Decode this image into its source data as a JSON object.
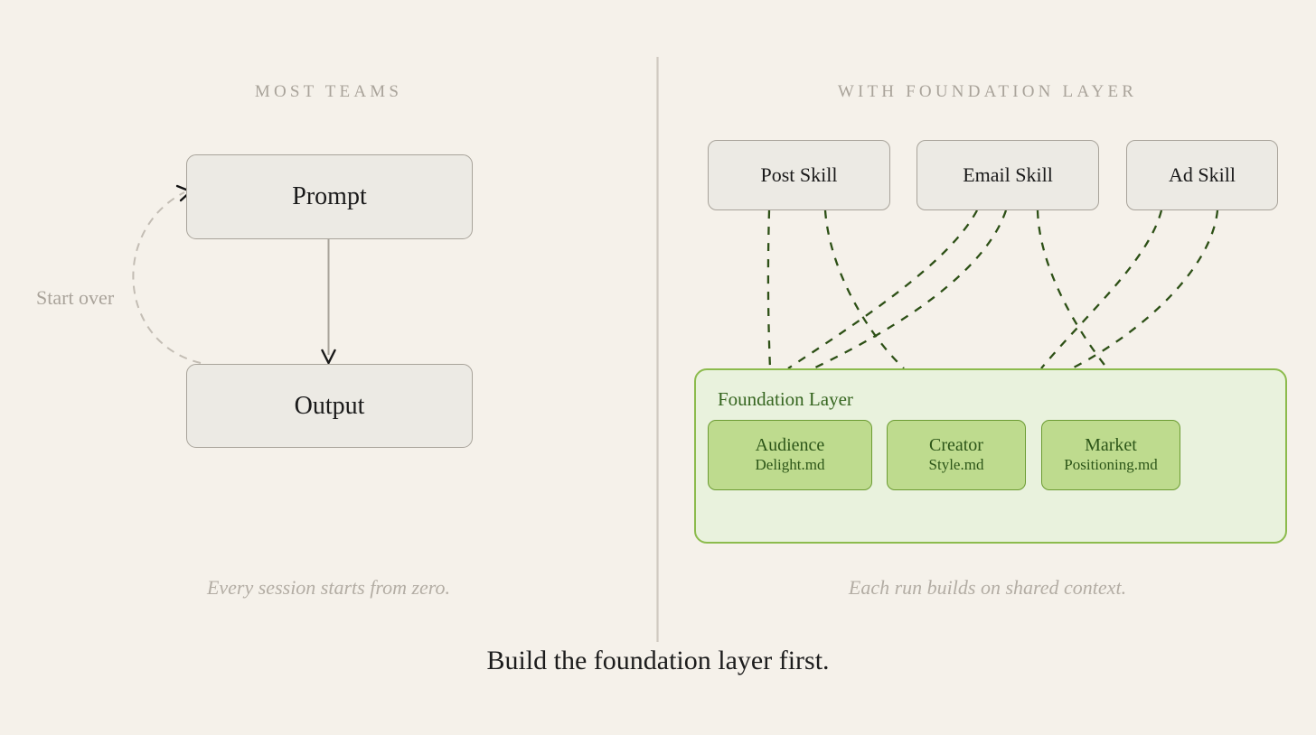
{
  "canvas": {
    "background": "#f5f1ea"
  },
  "colors": {
    "background": "#f5f1ea",
    "box_fill": "#eceae4",
    "box_border": "#a8a39a",
    "muted_text": "#a9a39a",
    "footnote_text": "#b3ada4",
    "body_text": "#1a1a1a",
    "foundation_fill": "#e9f2dd",
    "foundation_border": "#8cbb4d",
    "foundation_title_text": "#35651f",
    "asset_fill": "#bedb8e",
    "asset_border": "#6c9c33",
    "asset_text": "#2c5518",
    "connector_green": "#2d5016",
    "divider": "#cfc9c0"
  },
  "left_panel": {
    "header": "MOST TEAMS",
    "nodes": [
      {
        "id": "prompt",
        "label": "Prompt"
      },
      {
        "id": "output",
        "label": "Output"
      }
    ],
    "loop_label": "Start over",
    "footnote": "Every session starts from zero."
  },
  "right_panel": {
    "header": "WITH FOUNDATION LAYER",
    "skills": [
      {
        "id": "post-skill",
        "label": "Post Skill",
        "connector_count": 2
      },
      {
        "id": "email-skill",
        "label": "Email Skill",
        "connector_count": 3
      },
      {
        "id": "ad-skill",
        "label": "Ad Skill",
        "connector_count": 2
      }
    ],
    "foundation": {
      "title": "Foundation Layer",
      "assets": [
        {
          "id": "audience-delight",
          "line1": "Audience",
          "line2": "Delight.md"
        },
        {
          "id": "creator-style",
          "line1": "Creator",
          "line2": "Style.md"
        },
        {
          "id": "market-positioning",
          "line1": "Market",
          "line2": "Positioning.md"
        }
      ]
    },
    "footnote": "Each run builds on shared context."
  },
  "caption": "Build the foundation layer first."
}
